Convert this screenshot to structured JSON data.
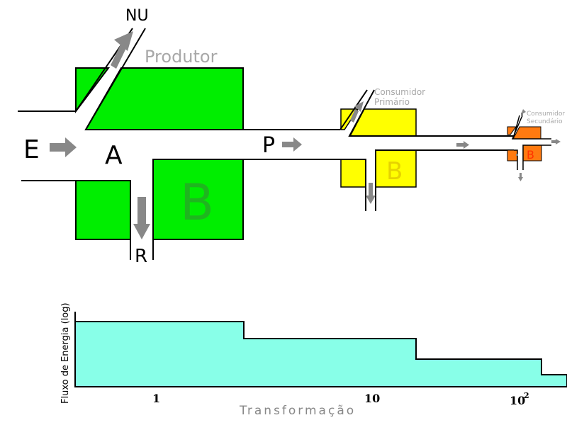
{
  "diagram": {
    "labels": {
      "nu": "NU",
      "produtor": "Produtor",
      "e": "E",
      "a": "A",
      "b_produtor": "B",
      "r": "R",
      "p": "P",
      "consumidor_primario_1": "Consumidor",
      "consumidor_primario_2": "Primário",
      "b_primario": "B",
      "consumidor_secundario_1": "Consumidor",
      "consumidor_secundario_2": "Secundário",
      "b_secundario": "B"
    },
    "colors": {
      "produtor": "#00ee00",
      "produtor_label": "#1fb51f",
      "consumidor_primario": "#ffff00",
      "consumidor_primario_label": "#e6d200",
      "consumidor_secundario": "#ff7a10",
      "consumidor_secundario_label": "#ff3300",
      "arrow": "#888888",
      "label_gray": "#a8a8a8"
    }
  },
  "chart_data": {
    "type": "area",
    "ylabel": "Fluxo de Energia (log)",
    "xlabel": "Transformação",
    "tick_labels": [
      "1",
      "10",
      "10",
      "2"
    ],
    "fill_color": "#88ffe8"
  }
}
